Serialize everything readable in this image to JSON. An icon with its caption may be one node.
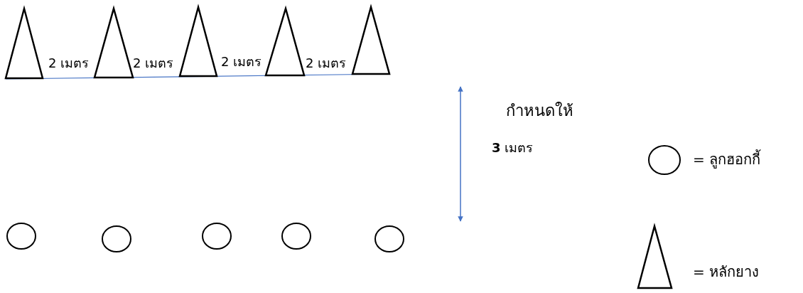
{
  "diagram": {
    "labels": [
      "2 เมตร",
      "2 เมตร",
      "2 เมตร",
      "2 เมตร",
      "กำหนดให้",
      "**3** เมตร"
    ],
    "legend": [
      {
        "text": "= ลูกฮอกกี้"
      },
      {
        "text": "= หลักยาง"
      }
    ]
  }
}
